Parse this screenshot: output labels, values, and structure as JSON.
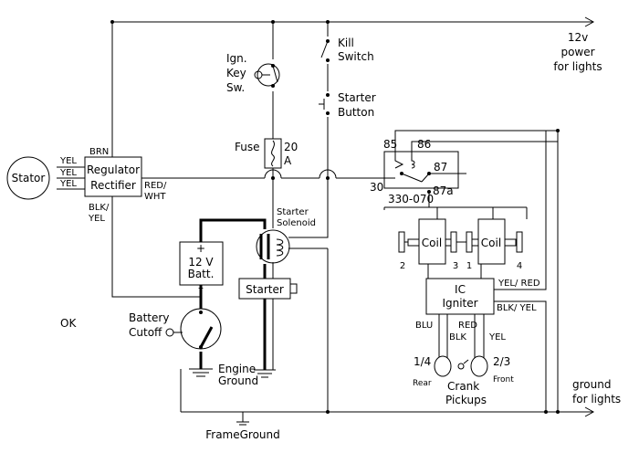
{
  "colors": {
    "wire": "#000000",
    "background": "#ffffff"
  },
  "components": {
    "stator": "Stator",
    "regulator": [
      "Regulator",
      "Rectifier"
    ],
    "ign_key": [
      "Ign.",
      "Key",
      "Sw."
    ],
    "kill_switch": [
      "Kill",
      "Switch"
    ],
    "starter_button": [
      "Starter",
      "Button"
    ],
    "fuse": "Fuse",
    "fuse_rating": [
      "20",
      "A"
    ],
    "power_out": [
      "12v",
      "power",
      "for lights"
    ],
    "relay": {
      "p85": "85",
      "p86": "86",
      "p87": "87",
      "p87a": "87a",
      "p30": "30",
      "part": "330-070"
    },
    "starter_solenoid": [
      "Starter",
      "Solenoid"
    ],
    "battery": [
      "+",
      "12 V",
      "Batt.",
      "–"
    ],
    "starter": "Starter",
    "coil_left": "Coil",
    "coil_right": "Coil",
    "plugs": [
      "2",
      "3",
      "1",
      "4"
    ],
    "igniter": [
      "IC",
      "Igniter"
    ],
    "battery_cutoff": [
      "Battery",
      "Cutoff"
    ],
    "ok": "OK",
    "engine_ground": [
      "Engine",
      "Ground"
    ],
    "frame_ground": "FrameGround",
    "pickup_left": "1/4",
    "pickup_right": "2/3",
    "rear": "Rear",
    "front": "Front",
    "crank_pickups": [
      "Crank",
      "Pickups"
    ],
    "ground_out": [
      "ground",
      "for lights"
    ]
  },
  "wire_labels": {
    "yel1": "YEL",
    "yel2": "YEL",
    "yel3": "YEL",
    "brn": "BRN",
    "red_wht": [
      "RED/",
      "WHT"
    ],
    "blk_yel": [
      "BLK/",
      "YEL"
    ],
    "yel_red": "YEL/ RED",
    "blk_yel2": "BLK/ YEL",
    "blu": "BLU",
    "red": "RED",
    "blk": "BLK",
    "yel_p": "YEL"
  }
}
